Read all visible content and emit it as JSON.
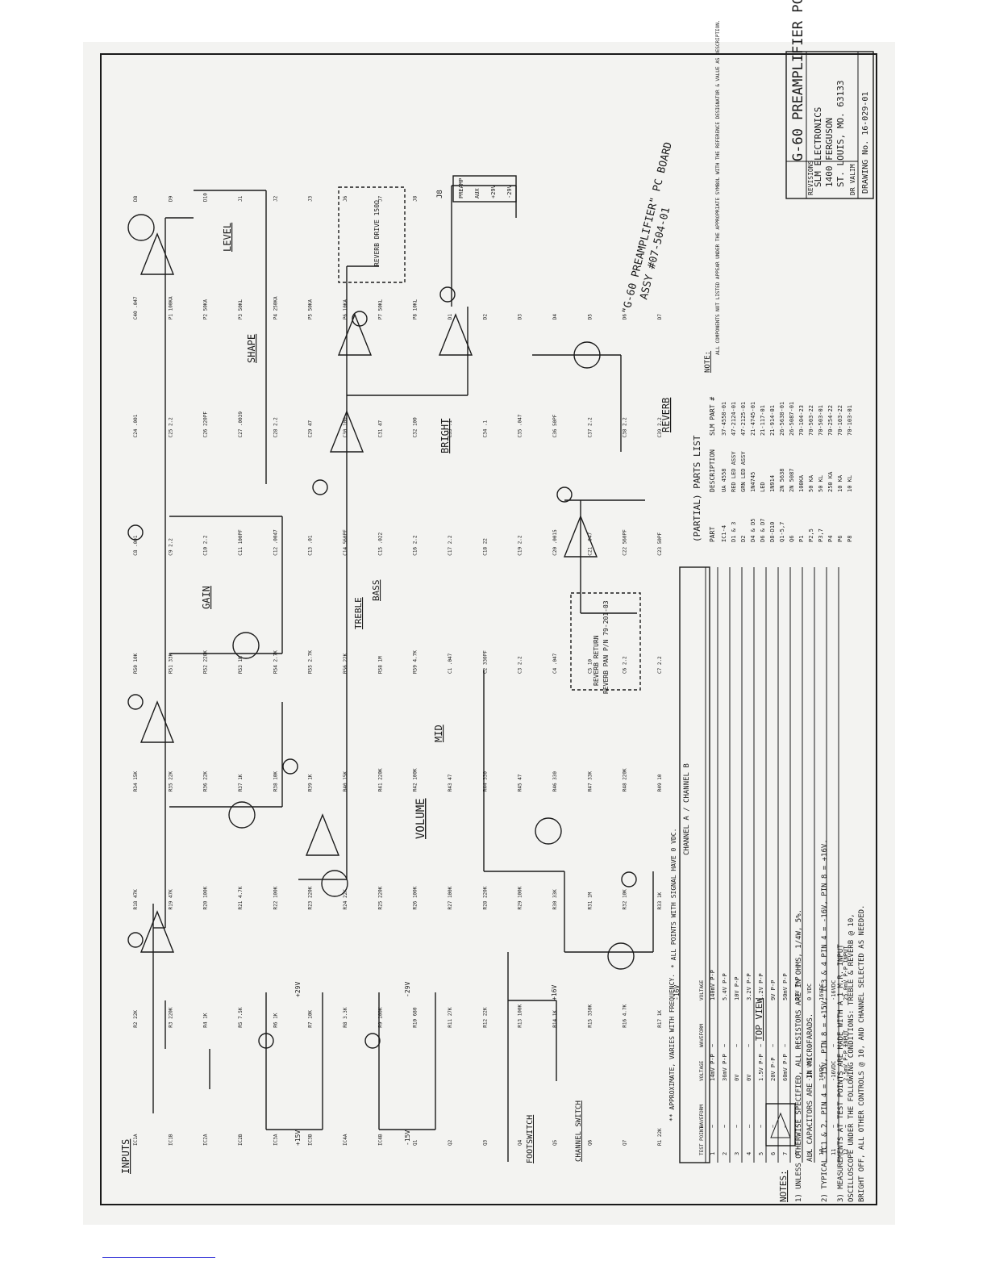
{
  "title_block": {
    "title": "G-60 PREAMPLIFIER PC BD",
    "company": "SLM ELECTRONICS",
    "address1": "1400 FERGUSON",
    "address2": "ST. LOUIS, MO. 63133",
    "revisions": "REVISIONS",
    "drawn": "DR VALIM",
    "drawing_no": "DRAWING No. 16-029-01"
  },
  "assembly_label": "\"G-60 PREAMPLIFIER\" PC BOARD",
  "assembly_no": "ASSY #07-504-01",
  "sections": {
    "inputs": "INPUTS",
    "volume": "VOLUME",
    "gain": "GAIN",
    "treble": "TREBLE",
    "bass": "BASS",
    "mid": "MID",
    "bright": "BRIGHT",
    "shape": "SHAPE",
    "level": "LEVEL",
    "reverb": "REVERB",
    "footswitch": "FOOTSWITCH",
    "channel_switch": "CHANNEL SWITCH",
    "top_view": "TOP VIEW",
    "reverb_drive": "REVERB DRIVE 150Ω",
    "reverb_return": "REVERB RETURN",
    "reverb_pan": "REVERB PAN P/N 79-201-03",
    "j8": "J8",
    "j8_pins": [
      "PREAMP",
      "AUX",
      "+29V",
      "-29V"
    ],
    "power_rails": [
      "+29V",
      "-29V",
      "+15V",
      "-15V",
      "+16V",
      "-16V"
    ]
  },
  "components": {
    "ics": [
      "IC1A",
      "IC1B",
      "IC2A",
      "IC2B",
      "IC3A",
      "IC3B",
      "IC4A",
      "IC4B"
    ],
    "transistors": [
      "Q1",
      "Q2",
      "Q3",
      "Q4",
      "Q5",
      "Q6",
      "Q7"
    ],
    "resistors": [
      "R1 22K",
      "R2 22K",
      "R3 220K",
      "R4 1K",
      "R5 7.5K",
      "R6 1K",
      "R7 10K",
      "R8 3.3K",
      "R9 100K",
      "R10 680",
      "R11 27K",
      "R12 22K",
      "R13 100K",
      "R14 1K",
      "R15 330K",
      "R16 4.7K",
      "R17 1K",
      "R18 47K",
      "R19 47K",
      "R20 100K",
      "R21 4.7K",
      "R22 100K",
      "R23 220K",
      "R24 22K",
      "R25 220K",
      "R26 100K",
      "R27 100K",
      "R28 220K",
      "R29 100K",
      "R30 33K",
      "R31 1M",
      "R32 10K",
      "R33 1K",
      "R34 15K",
      "R35 22K",
      "R36 22K",
      "R37 1K",
      "R38 10K",
      "R39 1K",
      "R40 15K",
      "R41 220K",
      "R42 100K",
      "R43 47",
      "R44 330",
      "R45 47",
      "R46 330",
      "R47 33K",
      "R48 220K",
      "R49 10",
      "R50 10K",
      "R51 33K",
      "R52 220K",
      "R53 1M",
      "R54 2.7K",
      "R55 2.7K",
      "R56 22K",
      "R58 1M",
      "R59 4.7K"
    ],
    "capacitors": [
      "C1 .047",
      "C2 330PF",
      "C3 2.2",
      "C4 .047",
      "C5 10",
      "C6 2.2",
      "C7 2.2",
      "C8 .001",
      "C9 2.2",
      "C10 2.2",
      "C11 100PF",
      "C12 .0047",
      "C13 .01",
      "C14 560PF",
      "C15 .022",
      "C16 2.2",
      "C17 2.2",
      "C18 22",
      "C19 2.2",
      "C20 .0015",
      "C21 .047",
      "C22 560PF",
      "C23 50PF",
      "C24 .001",
      "C25 2.2",
      "C26 220PF",
      "C27 .0039",
      "C28 2.2",
      "C29 47",
      "C30 100",
      "C31 47",
      "C32 100",
      "C33 .1",
      "C34 .1",
      "C35 .047",
      "C36 50PF",
      "C37 2.2",
      "C38 2.2",
      "C39 2.2",
      "C40 .047"
    ],
    "pots": [
      "P1 100KA",
      "P2 50KA",
      "P3 50KL",
      "P4 250KA",
      "P5 50KA",
      "P6 10KA",
      "P7 50KL",
      "P8 10KL"
    ],
    "diodes": [
      "D1",
      "D2",
      "D3",
      "D4",
      "D5",
      "D6",
      "D7",
      "D8",
      "D9",
      "D10"
    ],
    "jacks": [
      "J1",
      "J2",
      "J3",
      "J6",
      "J7",
      "J8"
    ]
  },
  "test_table": {
    "title": "CHANNEL A / CHANNEL B",
    "headers": [
      "TEST POINT",
      "WAVEFORM",
      "VOLTAGE",
      "WAVEFORM",
      "VOLTAGE"
    ],
    "rows": [
      [
        "1",
        "~",
        "14mV P-P",
        "~",
        "140mV P-P"
      ],
      [
        "2",
        "~",
        "36mV P-P",
        "~",
        "5.4V P-P"
      ],
      [
        "3",
        "~",
        "0V",
        "~",
        "10V P-P"
      ],
      [
        "4",
        "—",
        "0V",
        "~",
        "3.2V P-P"
      ],
      [
        "5",
        "~",
        "1.5V P-P",
        "~",
        "1.2V P-P"
      ],
      [
        "6",
        "~",
        "20V P-P",
        "~",
        "9V P-P"
      ],
      [
        "7",
        "~",
        "60mV P-P",
        "~",
        "50mV P-P"
      ],
      [
        "8",
        "—",
        "—",
        "—",
        "23V P-P"
      ],
      [
        "9",
        "~",
        "-13 VDC",
        "—",
        "0 VDC"
      ],
      [
        "10",
        "~",
        "16VDC",
        "~",
        "16VDC"
      ],
      [
        "11",
        "~",
        "-16VDC",
        "~",
        "-16VDC"
      ],
      [
        "12",
        "~",
        "2.5mV P-P INPUT",
        "~",
        "25.0mV P-P INPUT"
      ]
    ],
    "footnote1": "** APPROXIMATE, VARIES WITH FREQUENCY.",
    "footnote2": "* ALL POINTS WITH SIGNAL HAVE 0 VDC."
  },
  "parts_list": {
    "title": "(PARTIAL) PARTS LIST",
    "headers": [
      "PART",
      "DESCRIPTION",
      "SLM PART #"
    ],
    "rows": [
      [
        "IC1-4",
        "UA 4558",
        "37-4558-01"
      ],
      [
        "D1 & 3",
        "RED LED ASSY",
        "47-2124-01"
      ],
      [
        "D2",
        "GRN LED ASSY",
        "47-2125-01"
      ],
      [
        "D4 & D5",
        "1N4745",
        "21-4745-01"
      ],
      [
        "D6 & D7",
        "LED",
        "21-117-01"
      ],
      [
        "D8-D10",
        "1N914",
        "21-914-01"
      ],
      [
        "Q1-5,7",
        "2N 5638",
        "26-5638-01"
      ],
      [
        "Q6",
        "2N 5087",
        "26-5087-01"
      ],
      [
        "P1",
        "100KA",
        "70-104-23"
      ],
      [
        "P2,5",
        "50 KA",
        "70-503-22"
      ],
      [
        "P3,7",
        "50 KL",
        "70-503-01"
      ],
      [
        "P4",
        "250 KA",
        "70-254-22"
      ],
      [
        "P6",
        "10 KA",
        "70-103-22"
      ],
      [
        "P8",
        "10 KL",
        "70-103-01"
      ]
    ],
    "note_title": "NOTE:",
    "note_text": "ALL COMPONENTS NOT LISTED APPEAR UNDER THE APPROPRIATE SYMBOL WITH THE REFERENCE DESIGNATOR & VALUE AS DESCRIPTION."
  },
  "notes": {
    "title": "NOTES:",
    "n1a": "1) UNLESS OTHERWISE SPECIFIED, ALL RESISTORS ARE IN OHMS, 1/4W, 5%.",
    "n1b": "ALL CAPACITORS ARE IN MICROFARADS.",
    "n2": "2) TYPICAL IC1 & 2, PIN 4 = -15V, PIN 8 = +15V; IC3 & 4 PIN 4 = -16V, PIN 8 = +16V.",
    "n3a": "3) MEASUREMENTS AT TEST POINTS ARE MADE WITH A 1 M.R. INPUT",
    "n3b": "OSCILLOSCOPE UNDER THE FOLLOWING CONDITIONS: TREBLE & REVERB @ 10,",
    "n3c": "BRIGHT OFF, ALL OTHER CONTROLS @ 10, AND CHANNEL SELECTED AS NEEDED."
  }
}
